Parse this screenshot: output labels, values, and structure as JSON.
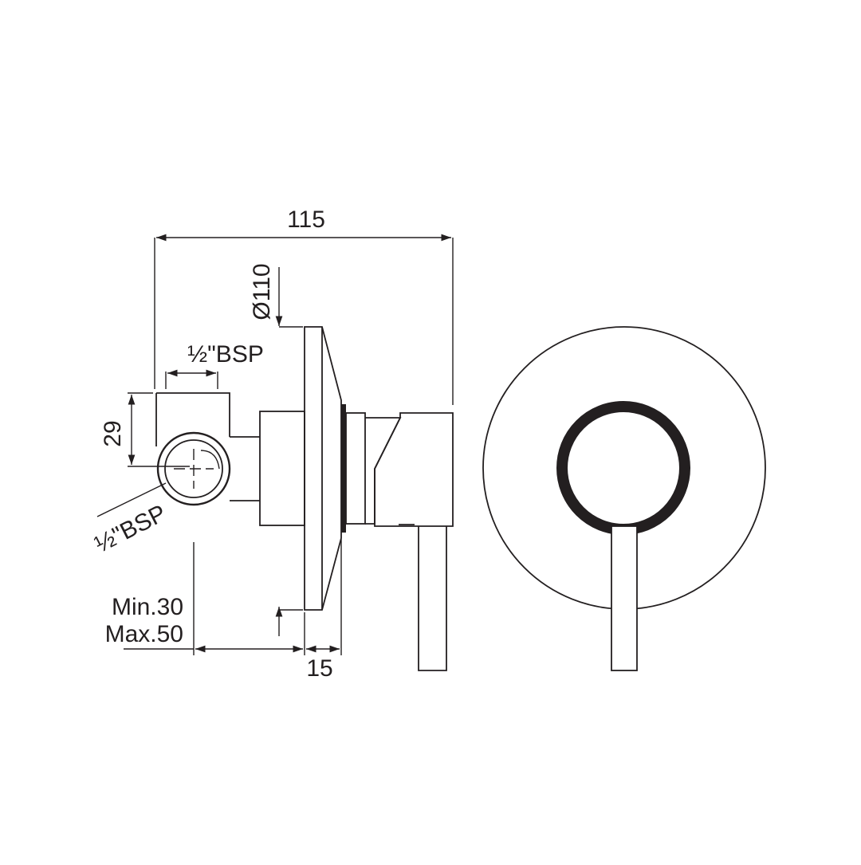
{
  "diagram": {
    "dimensions": {
      "overall_depth": "115",
      "plate_diameter": "Ø110",
      "inlet_size_top": "½\"BSP",
      "inlet_height": "29",
      "inlet_size_side": "½\"BSP",
      "wall_min": "Min.30",
      "wall_max": "Max.50",
      "plate_offset": "15"
    },
    "colors": {
      "line": "#231f20",
      "background": "#ffffff"
    }
  }
}
